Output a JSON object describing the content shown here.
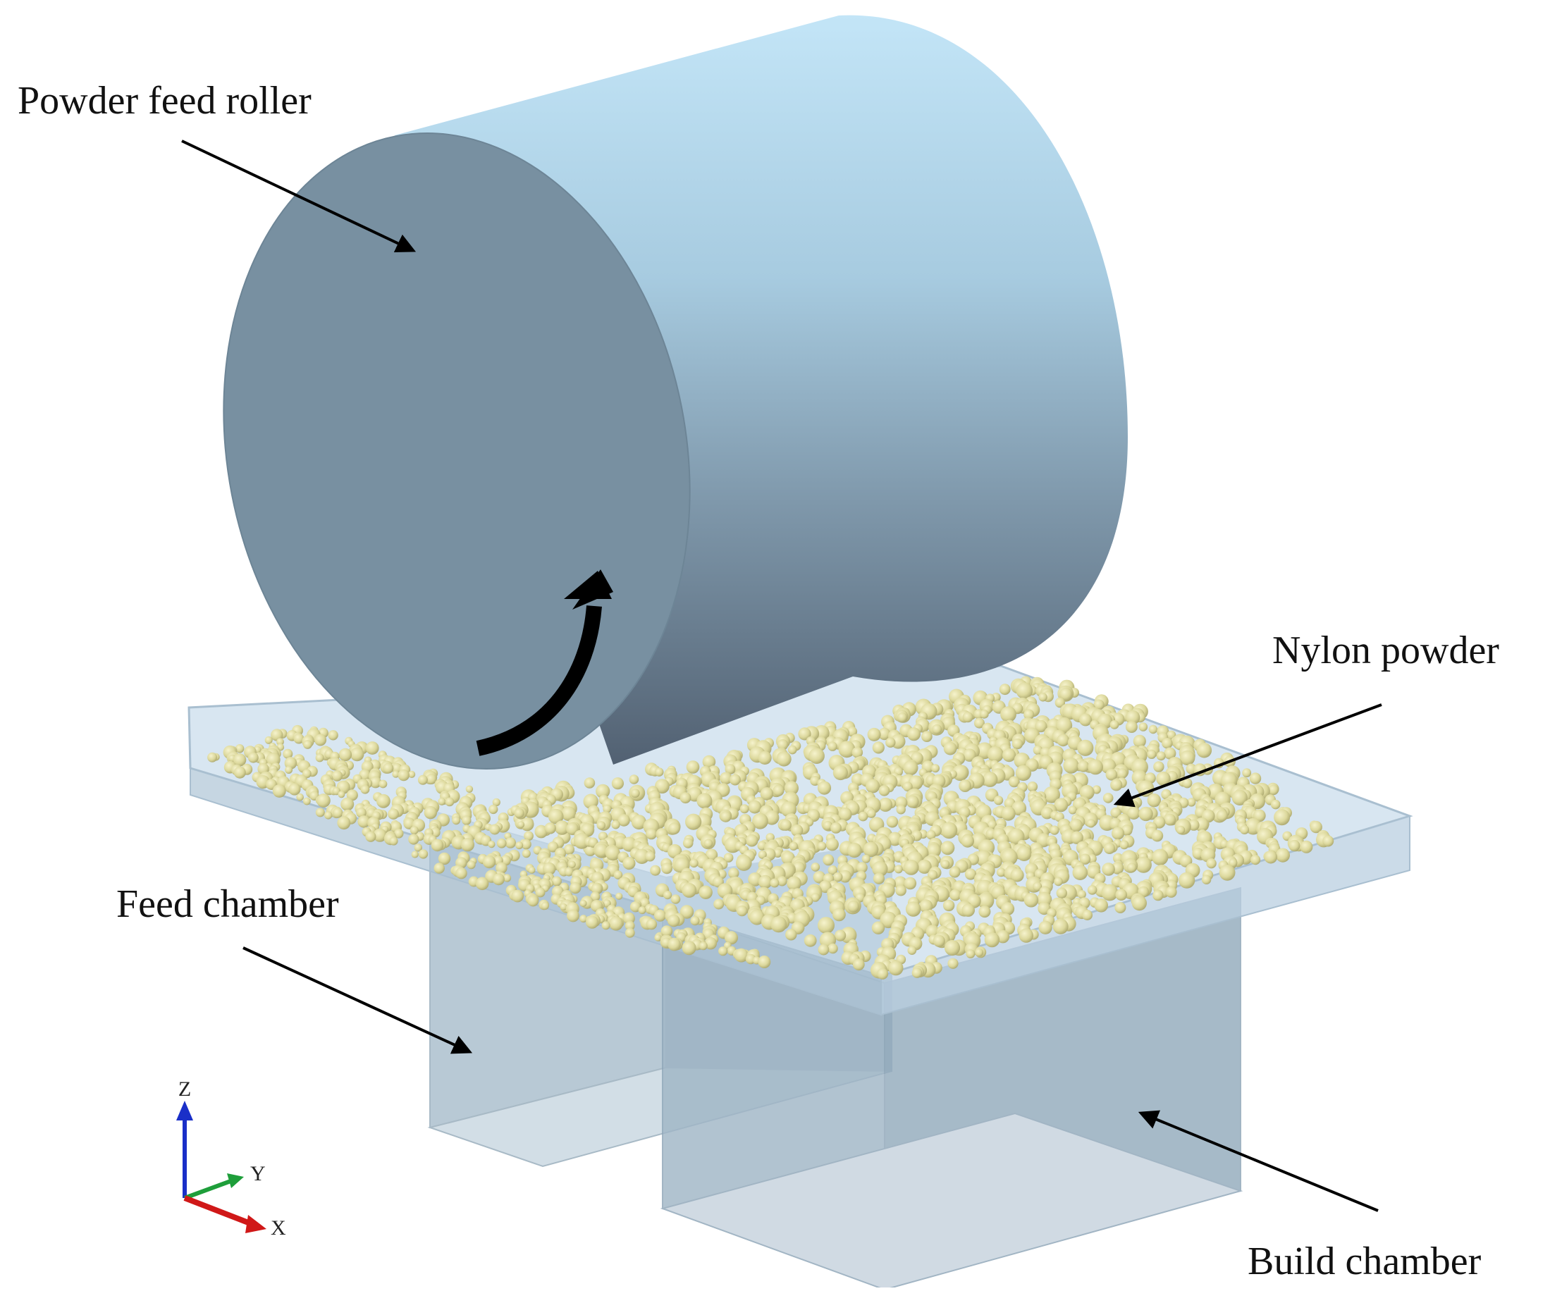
{
  "labels": {
    "roller": "Powder feed roller",
    "powder": "Nylon powder",
    "feed_chamber": "Feed chamber",
    "build_chamber": "Build chamber"
  },
  "axes": {
    "z": "Z",
    "y": "Y",
    "x": "X"
  },
  "colors": {
    "roller_face": "#7890a1",
    "roller_top": "#bfe3f6",
    "roller_bottom": "#556272",
    "plate": "#c9daea",
    "chamber": "#8ea8bb",
    "powder": "#e4e0a6",
    "powder_shade": "#b9b47a",
    "axis_z": "#1a2fc8",
    "axis_y": "#1e9e3a",
    "axis_x": "#d01818"
  }
}
